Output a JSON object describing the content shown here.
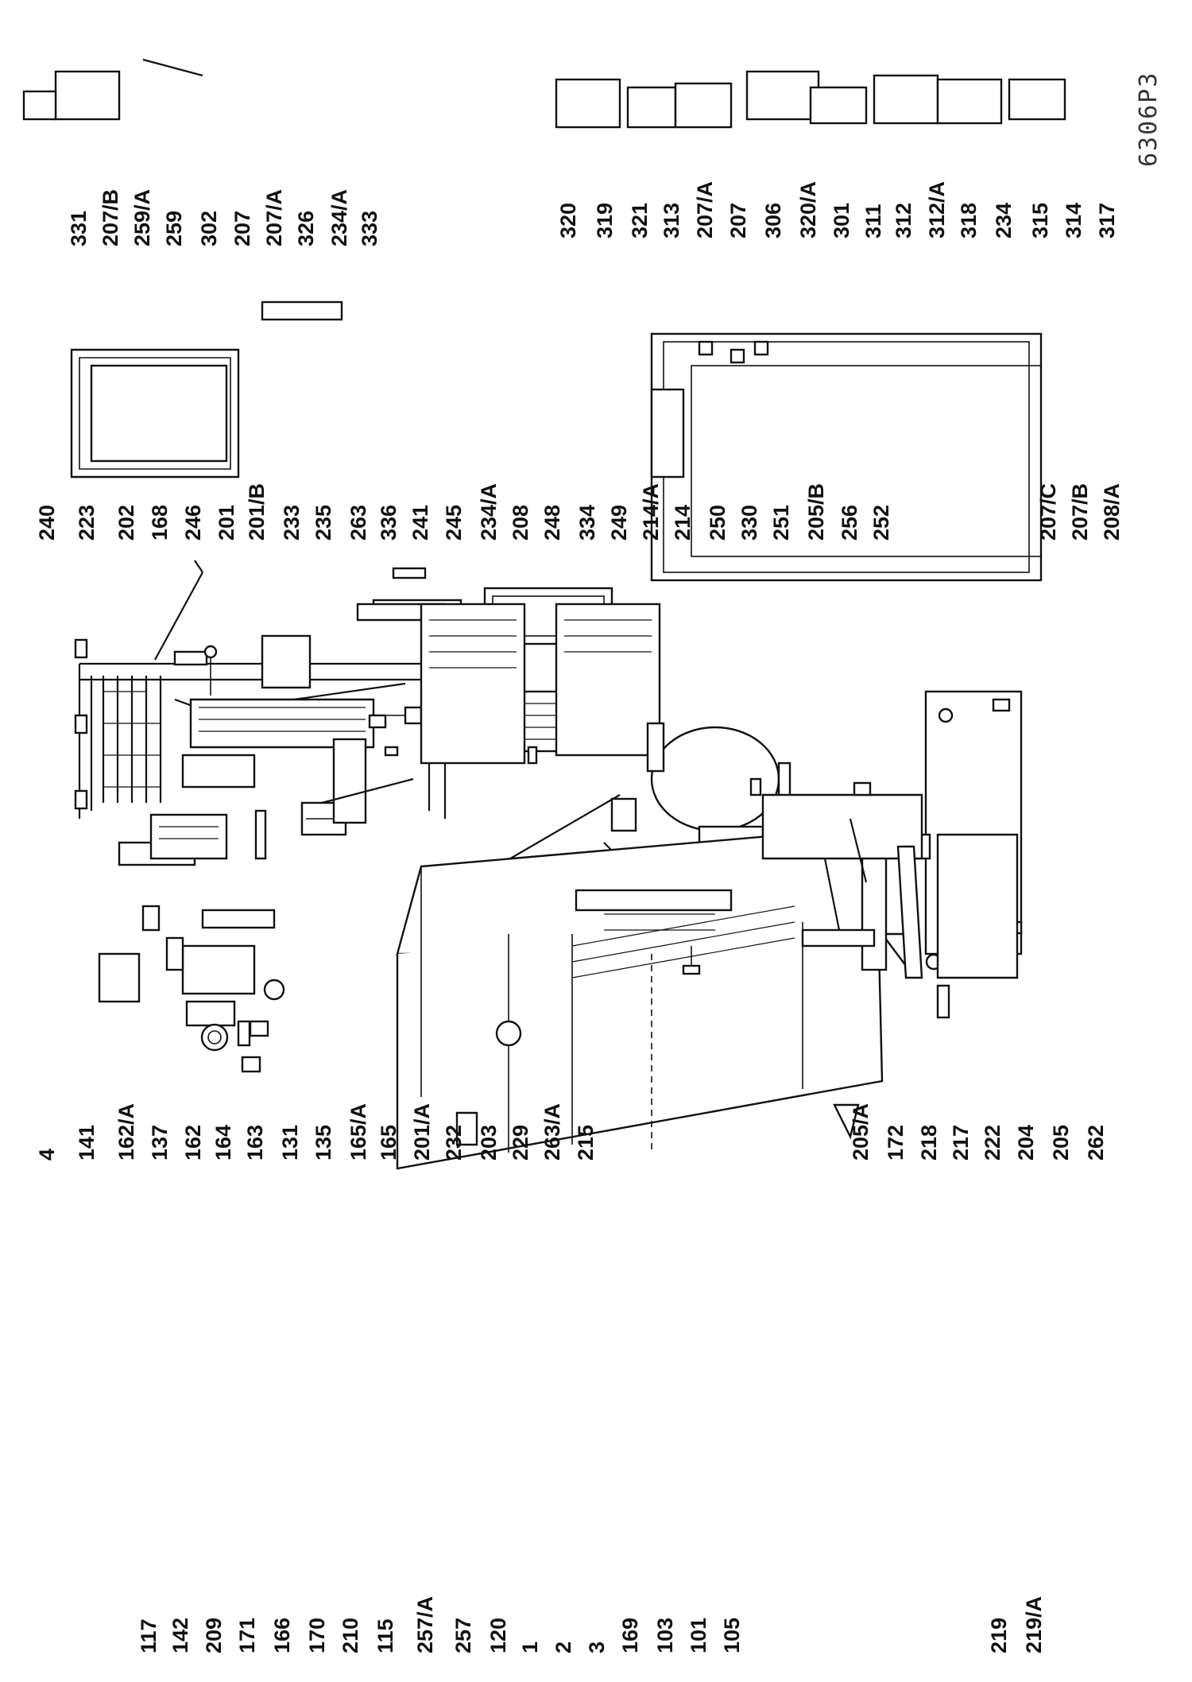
{
  "diagram": {
    "code": "6306P3",
    "labels": [
      {
        "text": "117"
      },
      {
        "text": "142"
      },
      {
        "text": "209"
      },
      {
        "text": "171"
      },
      {
        "text": "166"
      },
      {
        "text": "170"
      },
      {
        "text": "210"
      },
      {
        "text": "115"
      },
      {
        "text": "257/A"
      },
      {
        "text": "257"
      },
      {
        "text": "120"
      },
      {
        "text": "1"
      },
      {
        "text": "2"
      },
      {
        "text": "3"
      },
      {
        "text": "169"
      },
      {
        "text": "103"
      },
      {
        "text": "101"
      },
      {
        "text": "105"
      },
      {
        "text": "219"
      },
      {
        "text": "219/A"
      },
      {
        "text": "4"
      },
      {
        "text": "141"
      },
      {
        "text": "162/A"
      },
      {
        "text": "137"
      },
      {
        "text": "162"
      },
      {
        "text": "164"
      },
      {
        "text": "163"
      },
      {
        "text": "131"
      },
      {
        "text": "135"
      },
      {
        "text": "165/A"
      },
      {
        "text": "165"
      },
      {
        "text": "201/A"
      },
      {
        "text": "232"
      },
      {
        "text": "203"
      },
      {
        "text": "229"
      },
      {
        "text": "263/A"
      },
      {
        "text": "215"
      },
      {
        "text": "205/A"
      },
      {
        "text": "172"
      },
      {
        "text": "218"
      },
      {
        "text": "217"
      },
      {
        "text": "222"
      },
      {
        "text": "204"
      },
      {
        "text": "205"
      },
      {
        "text": "262"
      },
      {
        "text": "240"
      },
      {
        "text": "223"
      },
      {
        "text": "202"
      },
      {
        "text": "168"
      },
      {
        "text": "246"
      },
      {
        "text": "201"
      },
      {
        "text": "201/B"
      },
      {
        "text": "233"
      },
      {
        "text": "235"
      },
      {
        "text": "263"
      },
      {
        "text": "336"
      },
      {
        "text": "241"
      },
      {
        "text": "245"
      },
      {
        "text": "234/A"
      },
      {
        "text": "208"
      },
      {
        "text": "248"
      },
      {
        "text": "334"
      },
      {
        "text": "249"
      },
      {
        "text": "214/A"
      },
      {
        "text": "214"
      },
      {
        "text": "250"
      },
      {
        "text": "330"
      },
      {
        "text": "251"
      },
      {
        "text": "205/B"
      },
      {
        "text": "256"
      },
      {
        "text": "252"
      },
      {
        "text": "207/C"
      },
      {
        "text": "207/B"
      },
      {
        "text": "208/A"
      },
      {
        "text": "331"
      },
      {
        "text": "207/B"
      },
      {
        "text": "259/A"
      },
      {
        "text": "259"
      },
      {
        "text": "302"
      },
      {
        "text": "207"
      },
      {
        "text": "207/A"
      },
      {
        "text": "326"
      },
      {
        "text": "234/A"
      },
      {
        "text": "333"
      },
      {
        "text": "320"
      },
      {
        "text": "319"
      },
      {
        "text": "321"
      },
      {
        "text": "313"
      },
      {
        "text": "207/A"
      },
      {
        "text": "207"
      },
      {
        "text": "306"
      },
      {
        "text": "320/A"
      },
      {
        "text": "301"
      },
      {
        "text": "311"
      },
      {
        "text": "312"
      },
      {
        "text": "312/A"
      },
      {
        "text": "318"
      },
      {
        "text": "234"
      },
      {
        "text": "315"
      },
      {
        "text": "314"
      },
      {
        "text": "317"
      }
    ]
  }
}
